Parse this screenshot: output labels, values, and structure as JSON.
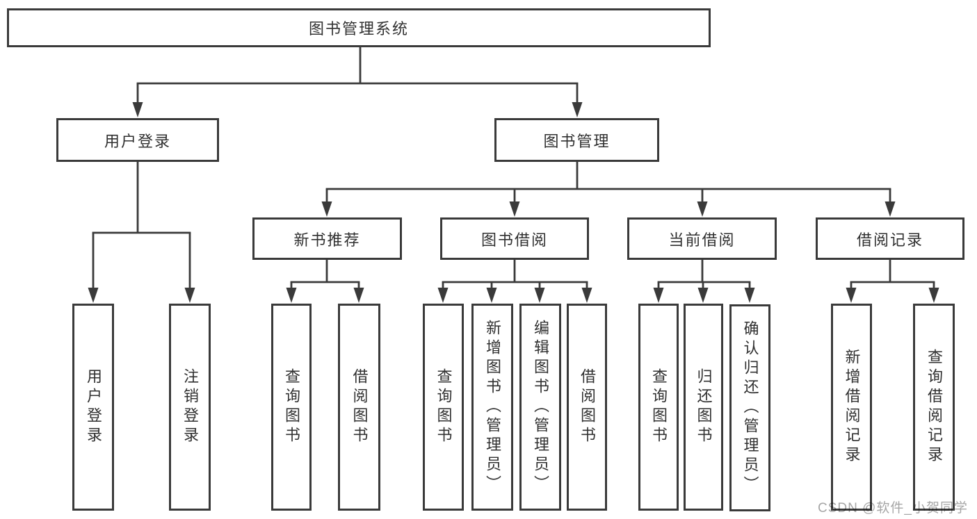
{
  "diagram": {
    "root": "图书管理系统",
    "children": [
      {
        "label": "用户登录",
        "children": [
          "用户登录",
          "注销登录"
        ]
      },
      {
        "label": "图书管理",
        "children": [
          {
            "label": "新书推荐",
            "children": [
              "查询图书",
              "借阅图书"
            ]
          },
          {
            "label": "图书借阅",
            "children": [
              "查询图书",
              "新增图书（管理员）",
              "编辑图书（管理员）",
              "借阅图书"
            ]
          },
          {
            "label": "当前借阅",
            "children": [
              "查询图书",
              "归还图书",
              "确认归还（管理员）"
            ]
          },
          {
            "label": "借阅记录",
            "children": [
              "新增借阅记录",
              "查询借阅记录"
            ]
          }
        ]
      }
    ]
  },
  "watermark": "CSDN @软件_小贺同学",
  "colors": {
    "line": "#3a3a3a",
    "text": "#303030",
    "watermark": "#a6a6a6",
    "background": "#ffffff"
  }
}
